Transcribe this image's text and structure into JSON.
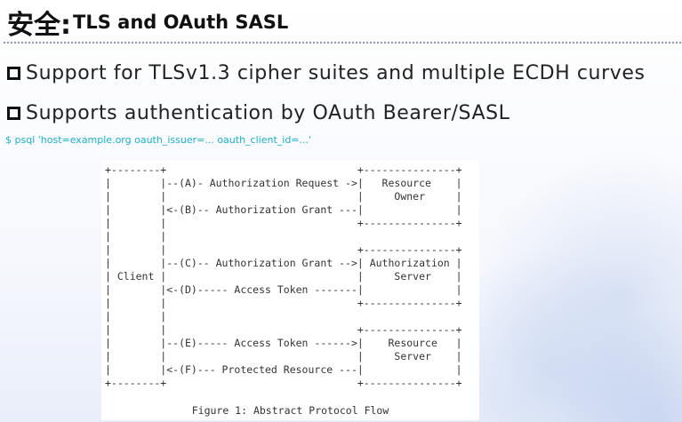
{
  "slide": {
    "title_cjk": "安全:",
    "title_en": "TLS and OAuth SASL",
    "bullets": [
      {
        "icon": "square-bullet-icon",
        "text": "Support for TLSv1.3 cipher suites and multiple ECDH curves"
      },
      {
        "icon": "square-bullet-icon",
        "text": "Supports authentication by OAuth Bearer/SASL"
      }
    ],
    "command": "$ psql 'host=example.org oauth_issuer=... oauth_client_id=...'",
    "figure": {
      "ascii": "+--------+                               +---------------+\n|        |--(A)- Authorization Request ->|   Resource    |\n|        |                               |     Owner     |\n|        |<-(B)-- Authorization Grant ---|               |\n|        |                               +---------------+\n|        |\n|        |                               +---------------+\n|        |--(C)-- Authorization Grant -->| Authorization |\n| Client |                               |     Server    |\n|        |<-(D)----- Access Token -------|               |\n|        |                               +---------------+\n|        |\n|        |                               +---------------+\n|        |--(E)----- Access Token ------>|    Resource   |\n|        |                               |     Server    |\n|        |<-(F)--- Protected Resource ---|               |\n+--------+                               +---------------+",
      "caption": "Figure 1: Abstract Protocol Flow"
    }
  },
  "colors": {
    "command_text": "#1ab0d0",
    "title_text": "#111111",
    "body_text": "#222222",
    "rule": "#8a96aa"
  }
}
